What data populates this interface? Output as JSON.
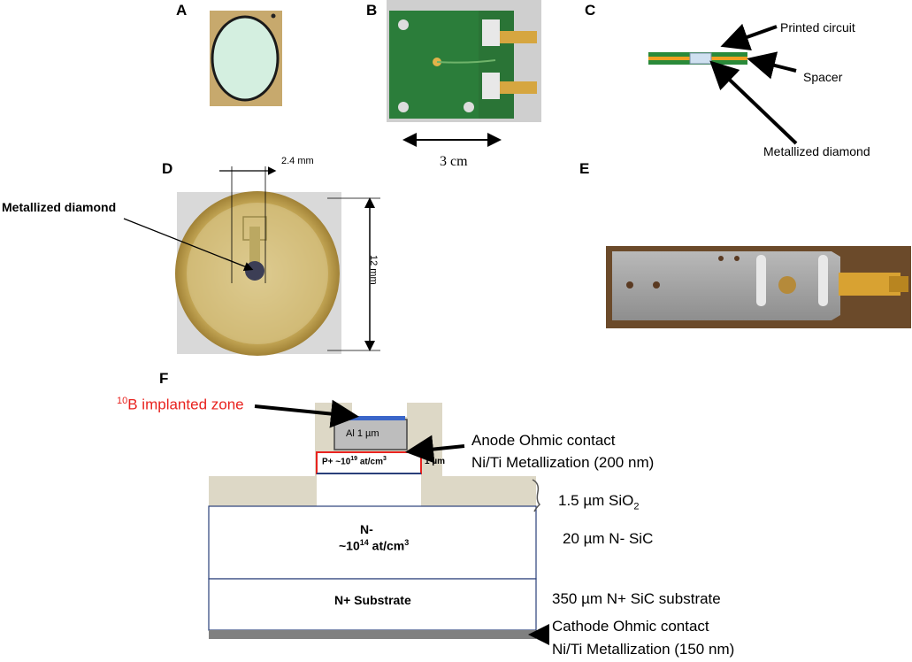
{
  "panels": {
    "a": {
      "letter": "A"
    },
    "b": {
      "letter": "B",
      "scale_label": "3 cm"
    },
    "c": {
      "letter": "C",
      "labels": {
        "printed_circuit": "Printed circuit",
        "spacer": "Spacer",
        "metallized_diamond": "Metallized diamond"
      }
    },
    "d": {
      "letter": "D",
      "width_label": "2.4 mm",
      "height_label": "12 mm",
      "diamond_label": "Metallized diamond"
    },
    "e": {
      "letter": "E"
    },
    "f": {
      "letter": "F",
      "implanted_zone_sup": "10",
      "implanted_zone_text": "B implanted zone",
      "al_label": "Al 1 µm",
      "p_label_pre": "P+ ~10",
      "p_label_sup": "19",
      "p_label_post": " at/cm",
      "p_label_sup2": "3",
      "p_thickness": "1 µm",
      "n_label": "N-",
      "n_doping_pre": "~10",
      "n_doping_sup": "14",
      "n_doping_post": " at/cm",
      "n_doping_sup2": "3",
      "substrate_label": "N+ Substrate",
      "anode_line1": "Anode Ohmic contact",
      "anode_line2": "Ni/Ti Metallization (200 nm)",
      "sio2_pre": "1.5 µm SiO",
      "sio2_sub": "2",
      "nsic_label": "20 µm N- SiC",
      "substrate_desc": "350 µm N+ SiC substrate",
      "cathode_line1": "Cathode Ohmic contact",
      "cathode_line2": "Ni/Ti Metallization (150 nm)"
    }
  },
  "colors": {
    "implanted_red": "#e8231f",
    "oxide": "#ddd8c6",
    "diamond_green": "#cfe3cf",
    "pcb_green": "#2a7a3a",
    "gold": "#d4a63a"
  }
}
